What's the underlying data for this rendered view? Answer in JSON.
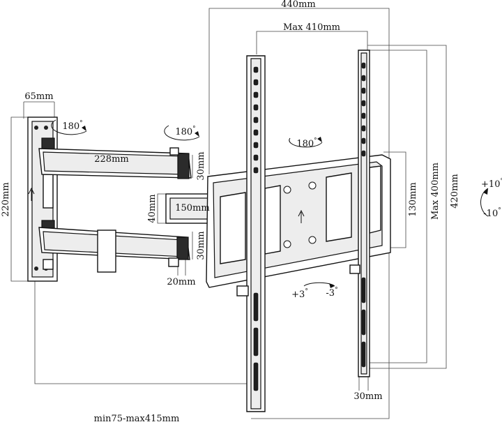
{
  "dimensions": {
    "width_440": "440mm",
    "max_410": "Max 410mm",
    "wall_65": "65mm",
    "arm_228": "228mm",
    "arm_30_top": "30mm",
    "arm_40": "40mm",
    "arm_150": "150mm",
    "arm_30_bottom": "30mm",
    "arm_20": "20mm",
    "wall_220": "220mm",
    "plate_130": "130mm",
    "max_400": "Max 400mm",
    "height_420": "420mm",
    "rail_30": "30mm",
    "depth_range": "min75-max415mm"
  },
  "angles": {
    "swivel_wall": "180",
    "swivel_elbow": "180",
    "swivel_plate": "180",
    "tilt_up": "+10",
    "tilt_down": "-10",
    "level_plus": "+3",
    "level_minus": "-3",
    "degree_symbol": "°"
  }
}
